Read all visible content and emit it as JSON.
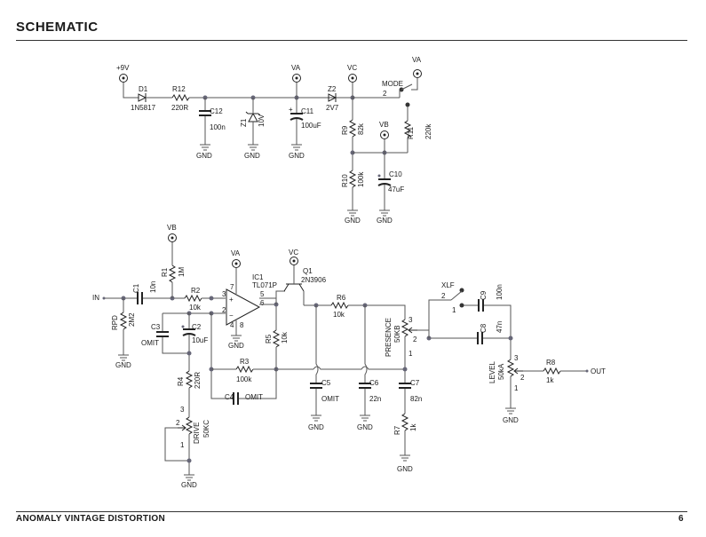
{
  "page": {
    "title": "SCHEMATIC",
    "footer_title": "ANOMALY VINTAGE DISTORTION",
    "page_number": "6"
  },
  "labels": {
    "plus9v": "+9V",
    "d1": "D1",
    "d1_val": "1N5817",
    "r12": "R12",
    "r12_val": "220R",
    "c12": "C12",
    "c12_val": "100n",
    "z1": "Z1",
    "z1_val": "10V",
    "c11": "C11",
    "c11_val": "100uF",
    "va": "VA",
    "vc": "VC",
    "vb": "VB",
    "z2": "Z2",
    "z2_val": "2V7",
    "mode": "MODE",
    "r9": "R9",
    "r9_val": "82k",
    "r11": "R11",
    "r11_val": "220k",
    "r10": "R10",
    "r10_val": "100k",
    "c10": "C10",
    "c10_val": "47uF",
    "gnd": "GND",
    "in": "IN",
    "out": "OUT",
    "c1": "C1",
    "c1_val": "10n",
    "r1": "R1",
    "r1_val": "1M",
    "r2": "R2",
    "r2_val": "10k",
    "rpd": "RPD",
    "rpd_val": "2M2",
    "c3": "C3",
    "c3_val": "OMIT",
    "c2": "C2",
    "c2_val": "10uF",
    "ic1": "IC1",
    "ic1_val": "TL071P",
    "q1": "Q1",
    "q1_val": "2N3906",
    "r5": "R5",
    "r5_val": "10k",
    "r6": "R6",
    "r6_val": "10k",
    "r3": "R3",
    "r3_val": "100k",
    "c4": "C4",
    "c4_val": "OMIT",
    "r4": "R4",
    "r4_val": "220R",
    "drive": "DRIVE",
    "drive_val": "50KC",
    "c5": "C5",
    "c5_val": "OMIT",
    "c6": "C6",
    "c6_val": "22n",
    "c7": "C7",
    "c7_val": "82n",
    "r7": "R7",
    "r7_val": "1k",
    "presence": "PRESENCE",
    "presence_val": "50KB",
    "xlf": "XLF",
    "c9": "C9",
    "c9_val": "100n",
    "c8": "C8",
    "c8_val": "47n",
    "level": "LEVEL",
    "level_val": "50kA",
    "r8": "R8",
    "r8_val": "1k",
    "pin1": "1",
    "pin2": "2",
    "pin3": "3",
    "pin4": "4",
    "pin5": "5",
    "pin6": "6",
    "pin7": "7",
    "pin8": "8",
    "plus": "+",
    "minus": "−"
  }
}
